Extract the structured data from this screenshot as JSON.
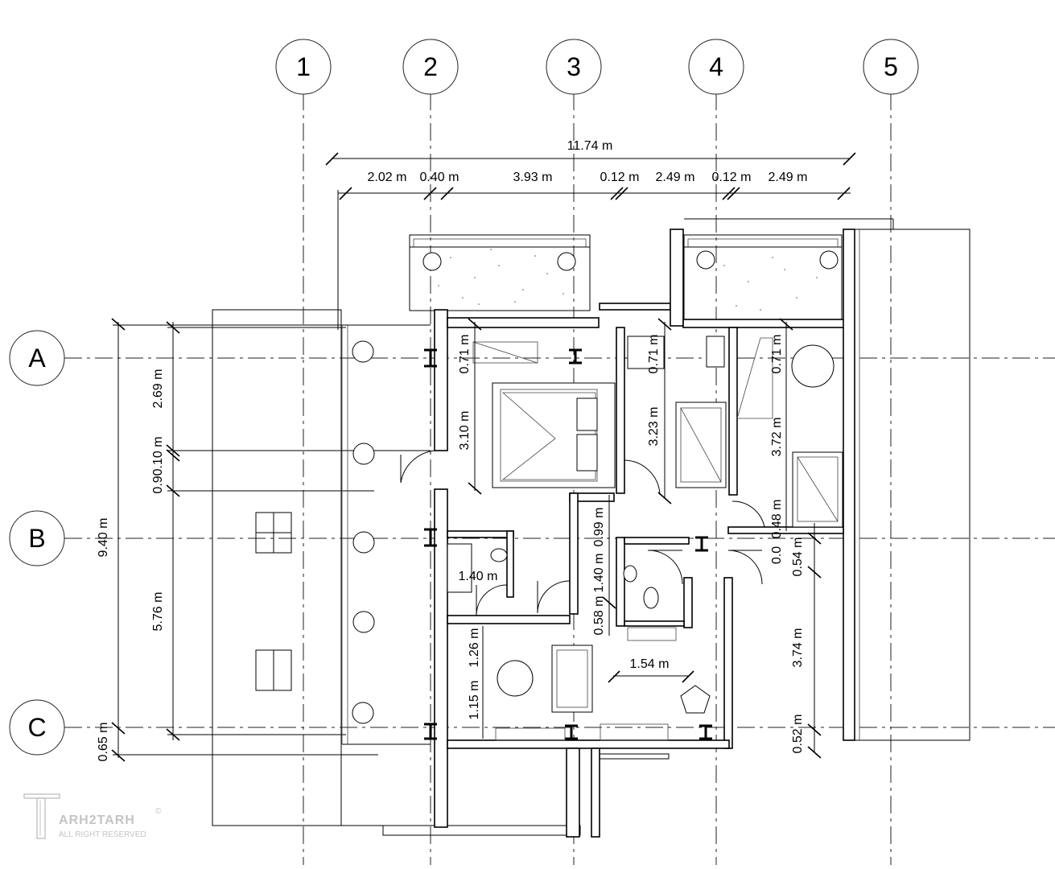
{
  "grid": {
    "columns": [
      "1",
      "2",
      "3",
      "4",
      "5"
    ],
    "rows": [
      "A",
      "B",
      "C"
    ]
  },
  "dimensions": {
    "overall_width": "11.74 m",
    "top_chain": [
      "2.02 m",
      "0.40 m",
      "3.93 m",
      "0.12 m",
      "2.49 m",
      "0.12 m",
      "2.49 m"
    ],
    "overall_depth": "9.40 m",
    "left_chain": [
      "2.69 m",
      "0.90.10 m",
      "5.76 m"
    ],
    "bottom_left": "0.65 m",
    "room_labels": {
      "master_upper": "0.71 m",
      "master_depth": "3.10 m",
      "bath_width": "1.40 m",
      "lower_room_a": "1.26 m",
      "lower_room_b": "1.15 m",
      "mid_room_upper": "0.71 m",
      "mid_room_depth": "3.23 m",
      "hall_a": "0.99 m",
      "hall_b": "0.58 m",
      "hall_c": "1.40 m",
      "lobby_width": "1.54 m",
      "right_upper": "0.71 m",
      "right_depth": "3.72 m",
      "right_small_a": "0.48 m",
      "right_small_b": "0.54 m",
      "right_small_c": "0.0",
      "right_lower": "3.74 m",
      "right_bottom": "0.52 m"
    }
  },
  "watermark": {
    "brand": "ARH2TARH",
    "copyright": "©",
    "subtitle": "ALL RIGHT RESERVED"
  }
}
